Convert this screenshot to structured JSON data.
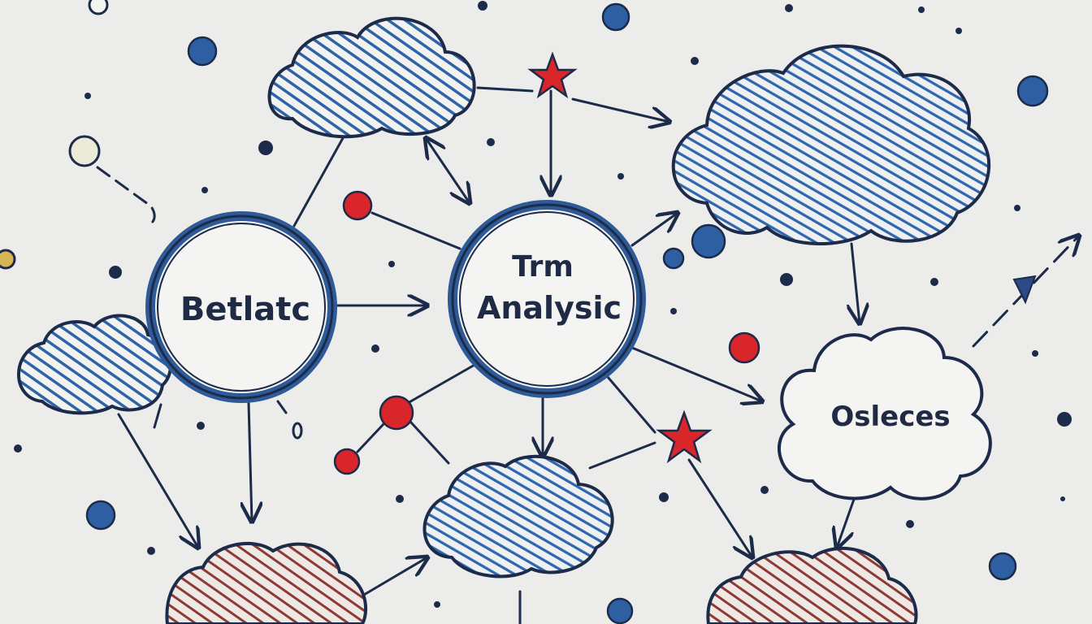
{
  "diagram": {
    "nodes": {
      "left_circle": {
        "label": "Betlatc"
      },
      "center_circle": {
        "line1": "Trm",
        "line2": "Analysic"
      },
      "right_cloud": {
        "label": "Osleces"
      }
    }
  },
  "colors": {
    "ink": "#1d2b4a",
    "blue": "#2e63a8",
    "red": "#d8262b",
    "brown_red": "#8e3a34",
    "paper": "#ececea"
  }
}
